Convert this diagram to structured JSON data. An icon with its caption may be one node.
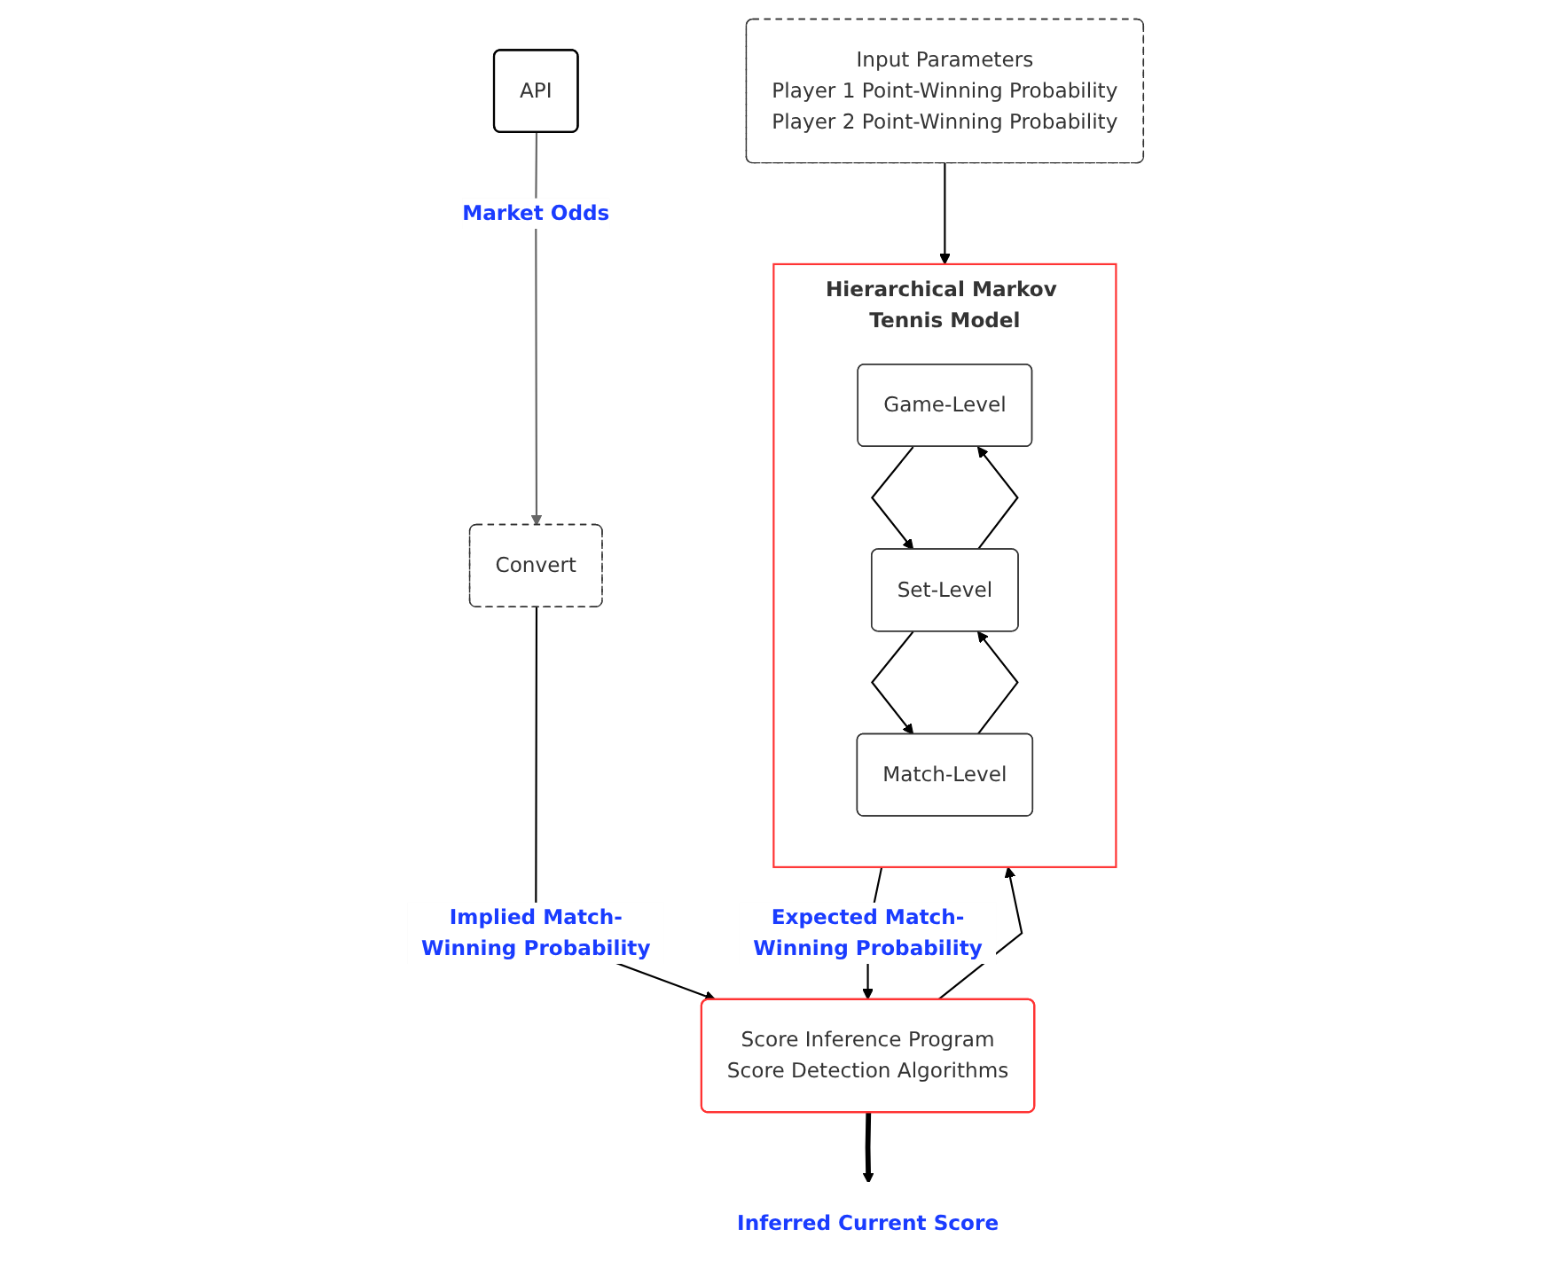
{
  "diagram": {
    "nodes": [
      {
        "text": [
          "Input Parameters",
          "Player 1 Point-Winning Probability",
          "Player 2 Point-Winning Probability"
        ]
      },
      {
        "text": [
          "Hierarchical Markov Tennis Model"
        ]
      },
      {
        "text": [
          "Game-Level"
        ],
        "in": 1
      },
      {
        "text": [
          "Set-Level"
        ],
        "in": 1
      },
      {
        "text": [
          "Match-Level"
        ],
        "in": 1
      },
      {
        "text": [
          "API"
        ]
      },
      {
        "text": [
          "Convert"
        ]
      },
      {
        "text": [
          "Score Inference Program",
          "Score Detection Algorithms"
        ]
      },
      {
        "text": [
          "Inferred Current Score"
        ]
      }
    ],
    "edges": [
      {
        "from": 0,
        "to": 1,
        "arrow": "to"
      },
      {
        "from": 2,
        "to": 3,
        "arrow": "to"
      },
      {
        "from": 3,
        "to": 2,
        "arrow": "to"
      },
      {
        "from": 3,
        "to": 4,
        "arrow": "to"
      },
      {
        "from": 4,
        "to": 3,
        "arrow": "to"
      },
      {
        "from": 5,
        "to": 6,
        "label": "Market Odds",
        "arrow": "to",
        "color": "#666666"
      },
      {
        "from": 1,
        "to": 7,
        "label": "Expected Match-Winning Probability",
        "arrow": "to"
      },
      {
        "from": 6,
        "to": 7,
        "label": "Implied Match-Winning Probability",
        "arrow": "to"
      },
      {
        "from": 7,
        "to": 8,
        "arrow": "to",
        "style": "thick"
      },
      {
        "from": 7,
        "to": 1,
        "arrow": "to"
      }
    ]
  }
}
